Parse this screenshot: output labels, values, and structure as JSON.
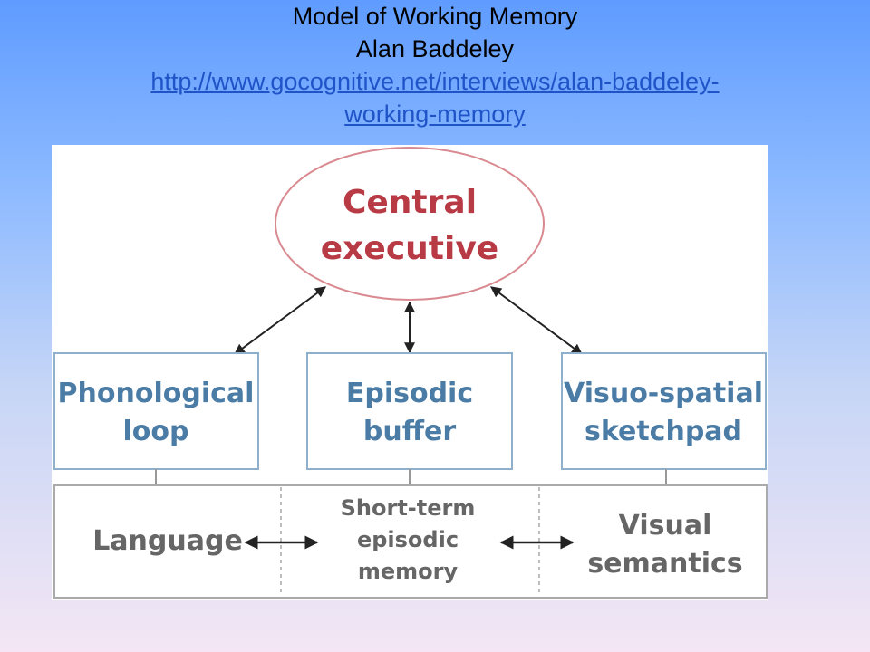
{
  "slide": {
    "title": "Model of Working Memory",
    "author": "Alan Baddeley",
    "link_line1": "http://www.gocognitive.net/interviews/alan-baddeley-",
    "link_line2": "working-memory"
  },
  "diagram": {
    "central_executive": [
      "Central",
      "executive"
    ],
    "phonological_loop": [
      "Phonological",
      "loop"
    ],
    "episodic_buffer": [
      "Episodic",
      "buffer"
    ],
    "visuo_spatial": [
      "Visuo-spatial",
      "sketchpad"
    ],
    "language": "Language",
    "short_term": [
      "Short-term",
      "episodic",
      "memory"
    ],
    "visual_semantics": [
      "Visual",
      "semantics"
    ]
  },
  "colors": {
    "central_text": "#b83a44",
    "central_border": "#d98a90",
    "box_text": "#4a7ca6",
    "box_border": "#8fb0cc",
    "lower_text": "#666666"
  }
}
